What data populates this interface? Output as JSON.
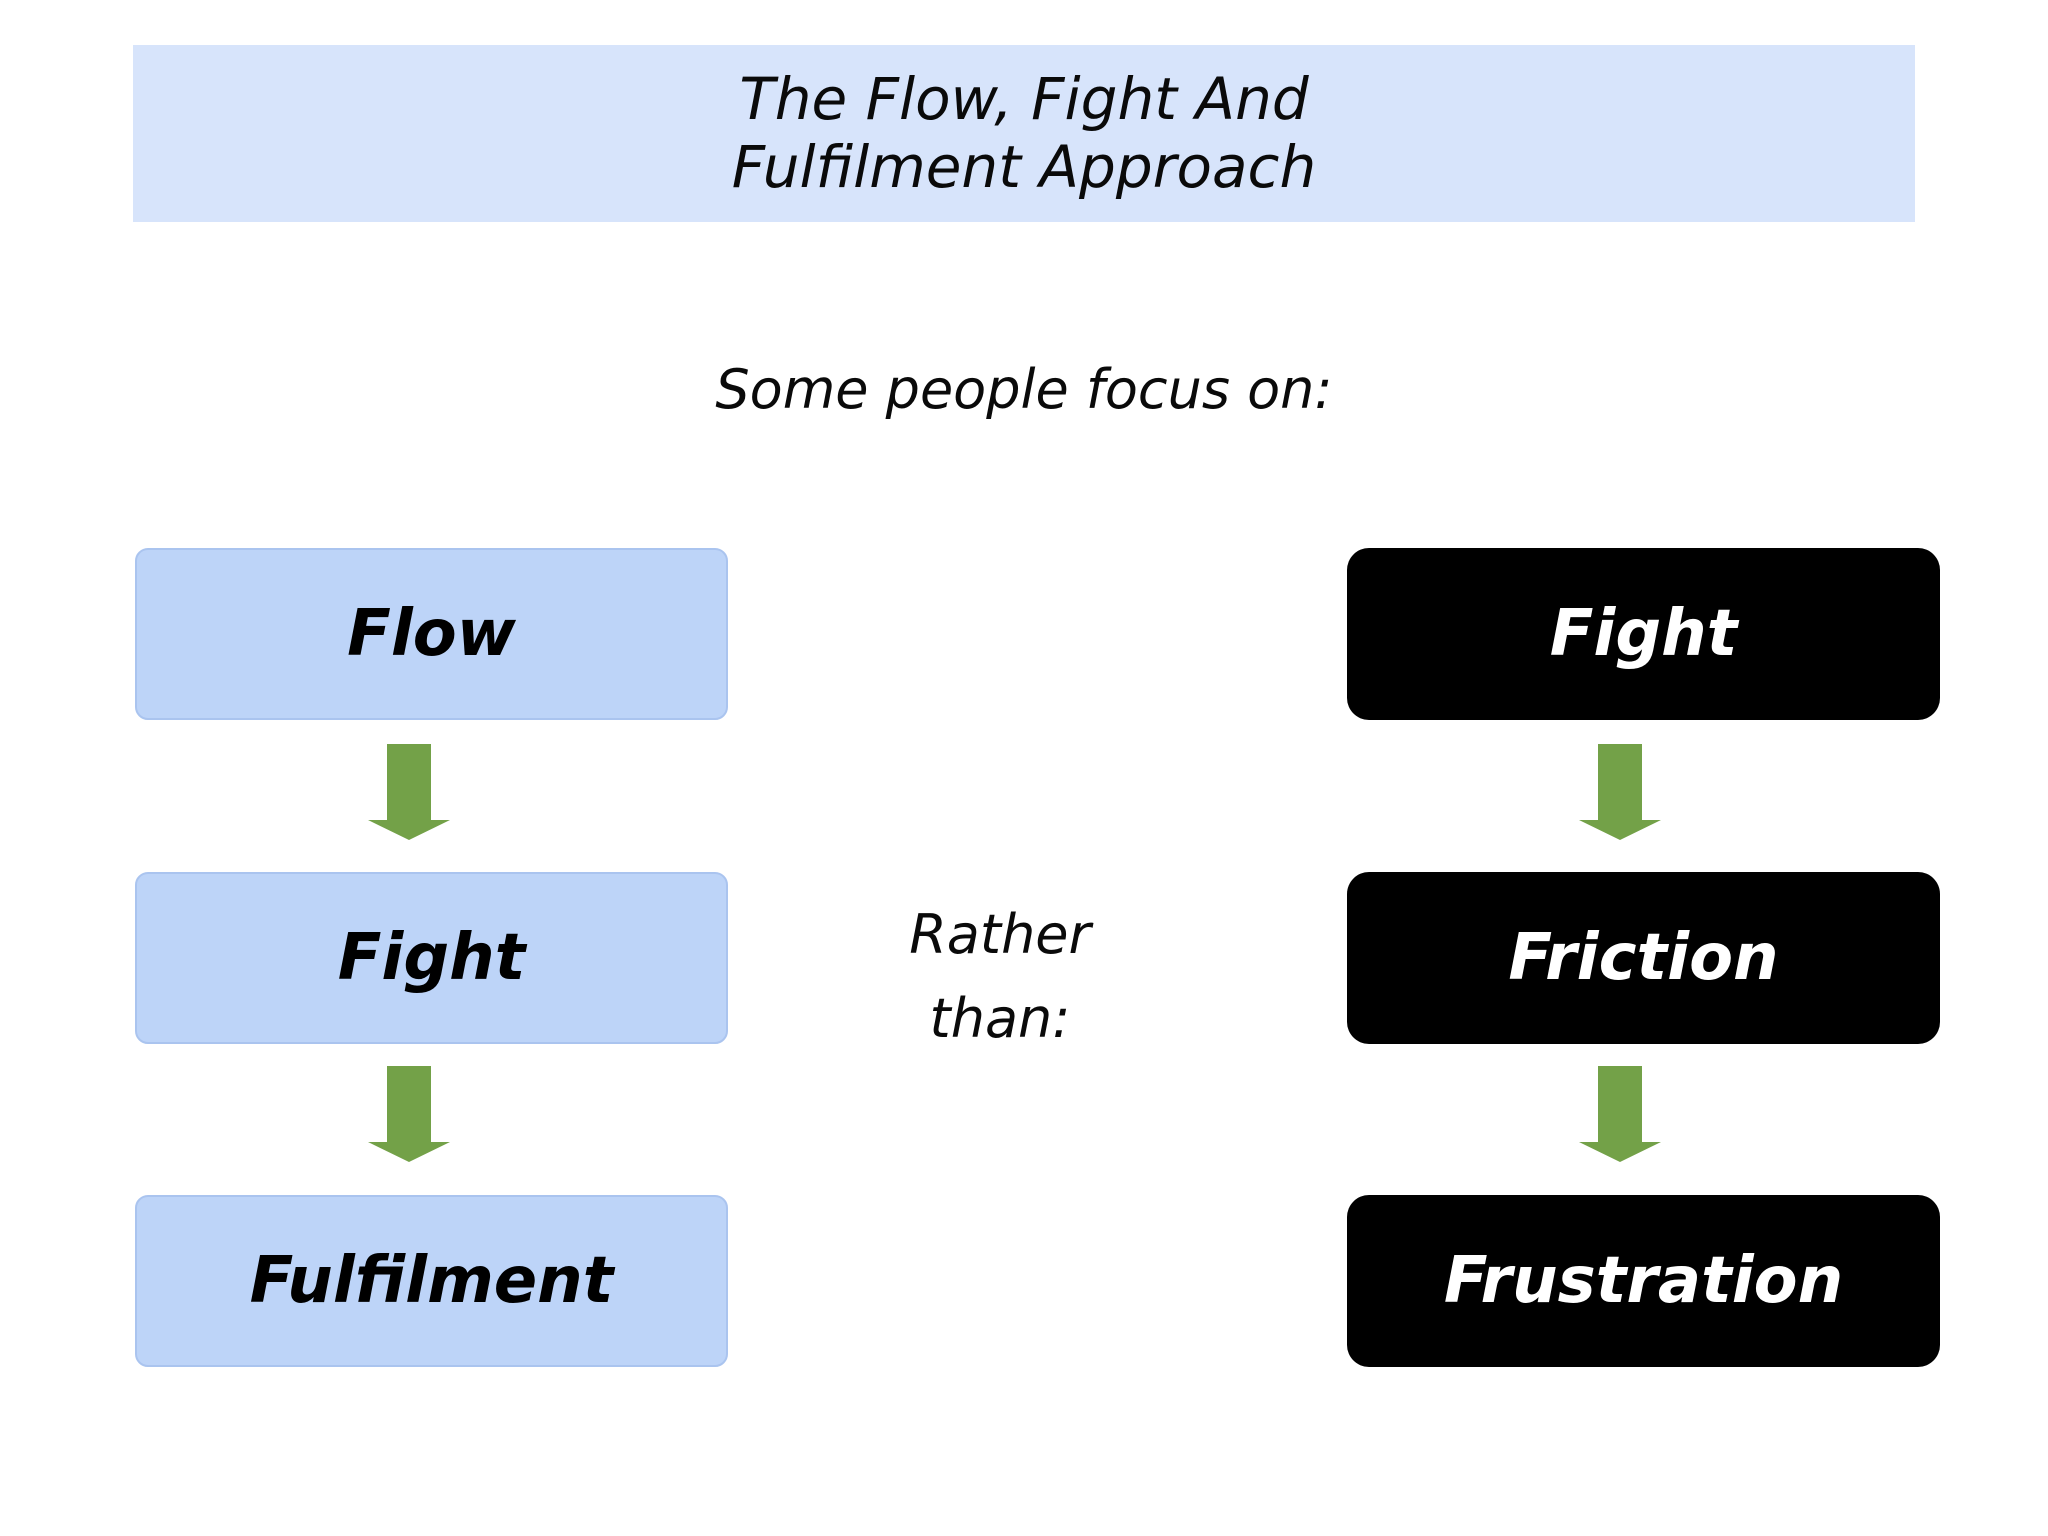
{
  "slide": {
    "title": {
      "line1": "The Flow, Fight And",
      "line2": "Fulfilment Approach"
    },
    "subtitle": "Some people focus on:",
    "rather_than": {
      "line1": "Rather",
      "line2": "than:"
    },
    "flow_column": {
      "boxes": [
        "Flow",
        "Fight",
        "Fulfilment"
      ]
    },
    "contrast_column": {
      "boxes": [
        "Fight",
        "Friction",
        "Frustration"
      ]
    },
    "icons": {
      "connector": "down-block-arrow"
    },
    "colors": {
      "banner_bg": "#d7e4fb",
      "box_blue_bg": "#bdd4f8",
      "box_blue_border": "#aac4ef",
      "box_black_bg": "#000000",
      "arrow_green": "#73a148",
      "text_dark": "#000000",
      "text_light": "#ffffff",
      "page_bg": "#ffffff"
    }
  }
}
